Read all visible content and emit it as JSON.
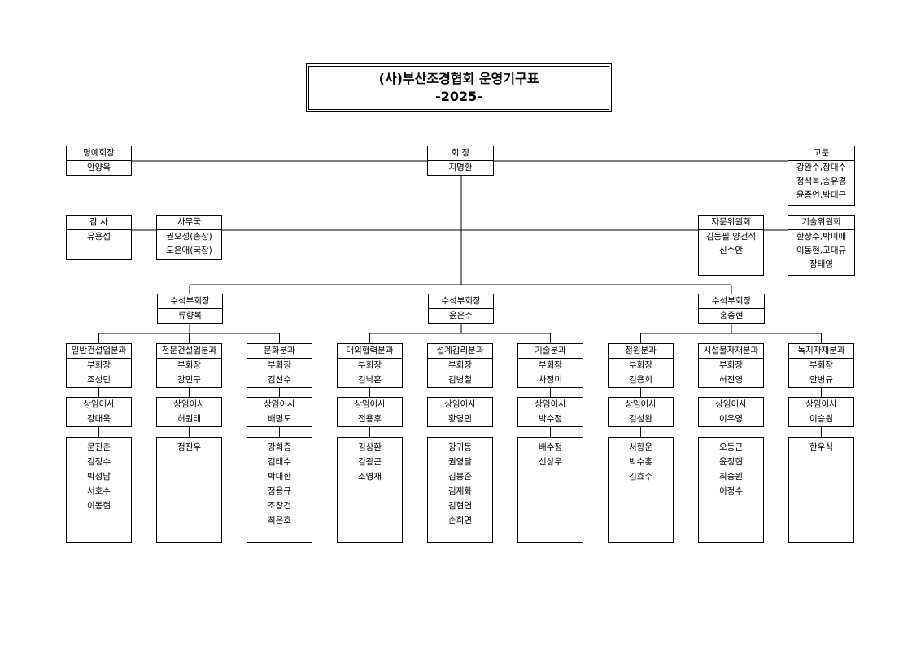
{
  "title": {
    "line1": "(사)부산조경협회  운영기구표",
    "line2": "-2025-"
  },
  "top": {
    "honorary": {
      "role": "명예회장",
      "name": "안양욱"
    },
    "president": {
      "role": "회  장",
      "name": "지명환"
    },
    "advisor": {
      "role": "고문",
      "names": [
        "강완수,장대수",
        "정석복,송유경",
        "윤종연,박태근"
      ]
    }
  },
  "second": {
    "auditor": {
      "role": "감  사",
      "name": "유용섭"
    },
    "secretariat": {
      "role": "사무국",
      "names": [
        "권오성(총장)",
        "도은애(국장)"
      ]
    },
    "advisory_committee": {
      "role": "자문위원회",
      "names": [
        "김동필,양건석",
        "신수안"
      ]
    },
    "tech_committee": {
      "role": "기술위원회",
      "names": [
        "한상수,박미애",
        "이동현,고대규",
        "장태영"
      ]
    }
  },
  "vice_presidents": [
    {
      "role": "수석부회장",
      "name": "류향복"
    },
    {
      "role": "수석부회장",
      "name": "윤은주"
    },
    {
      "role": "수석부회장",
      "name": "홍종현"
    }
  ],
  "divisions": [
    {
      "name": "일반건설업분과",
      "title": "부회장",
      "head": "조성민",
      "director_title": "상임이사",
      "director": "강대욱",
      "members": [
        "문진춘",
        "김정수",
        "박성남",
        "서호수",
        "이동현"
      ]
    },
    {
      "name": "전문건설업분과",
      "title": "부회장",
      "head": "강민구",
      "director_title": "상임이사",
      "director": "허원태",
      "members": [
        "정진우"
      ]
    },
    {
      "name": "문화분과",
      "title": "부회장",
      "head": "김선수",
      "director_title": "상임이사",
      "director": "배명도",
      "members": [
        "강희증",
        "김태수",
        "박대한",
        "정용규",
        "조창건",
        "최은호"
      ]
    },
    {
      "name": "대외협력분과",
      "title": "부회장",
      "head": "김낙훈",
      "director_title": "상임이사",
      "director": "전용후",
      "members": [
        "김상환",
        "김광곤",
        "조영재"
      ]
    },
    {
      "name": "설계감리분과",
      "title": "부회장",
      "head": "김병철",
      "director_title": "상임이사",
      "director": "황영민",
      "members": [
        "강귀동",
        "권영달",
        "김봉준",
        "김재화",
        "김현연",
        "손희연"
      ]
    },
    {
      "name": "기술분과",
      "title": "부회장",
      "head": "차정미",
      "director_title": "상임이사",
      "director": "박수정",
      "members": [
        "배수정",
        "신상우"
      ]
    },
    {
      "name": "정원분과",
      "title": "부회장",
      "head": "김용희",
      "director_title": "상임이사",
      "director": "김성완",
      "members": [
        "서항운",
        "박수홍",
        "김효수"
      ]
    },
    {
      "name": "시설물자재분과",
      "title": "부회장",
      "head": "허진영",
      "director_title": "상임이사",
      "director": "이우영",
      "members": [
        "오동근",
        "윤정현",
        "최승원",
        "이정수"
      ]
    },
    {
      "name": "녹지자재분과",
      "title": "부회장",
      "head": "안병규",
      "director_title": "상임이사",
      "director": "이승원",
      "members": [
        "한우식"
      ]
    }
  ]
}
